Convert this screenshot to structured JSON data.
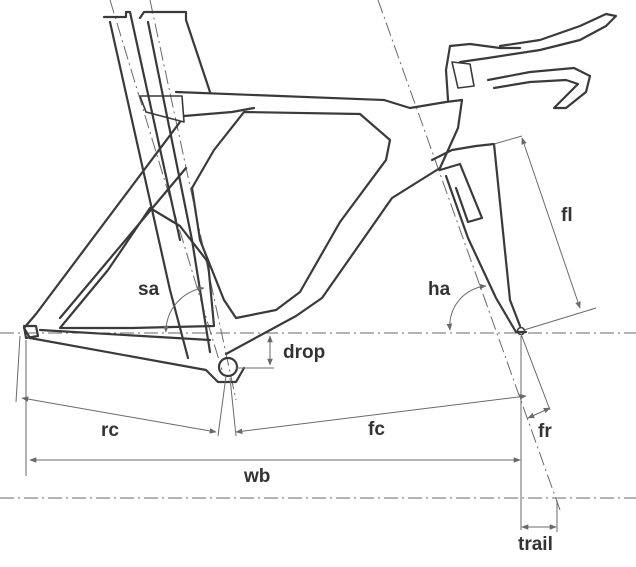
{
  "labels": {
    "sa": "sa",
    "ha": "ha",
    "fl": "fl",
    "drop": "drop",
    "rc": "rc",
    "fc": "fc",
    "fr": "fr",
    "wb": "wb",
    "trail": "trail"
  }
}
